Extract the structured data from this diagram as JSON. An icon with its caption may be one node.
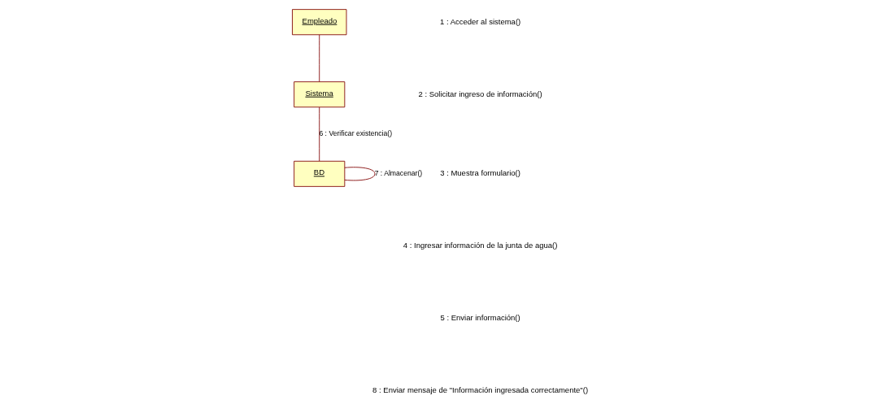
{
  "diagram": {
    "nodes": [
      {
        "text": [
          "Empleado"
        ]
      },
      {
        "text": [
          "BD"
        ]
      },
      {
        "text": [
          "Sistema"
        ]
      }
    ],
    "edges": [
      {
        "from": 0,
        "to": 2,
        "arrow": "none"
      },
      {
        "from": 2,
        "to": 1,
        "arrow": "none",
        "label": "6 : Verificar existencia()"
      },
      {
        "from": 1,
        "to": 1,
        "arrow": "none",
        "label": "7 : Almacenar()"
      }
    ],
    "labels": [
      "1 : Acceder al sistema()",
      "2 : Solicitar ingreso de información()",
      "3 : Muestra formulario()",
      "4 : Ingresar información de la junta de agua()",
      "5 : Enviar información()",
      "8 : Enviar mensaje de \"Información ingresada correctamente\"()"
    ]
  }
}
